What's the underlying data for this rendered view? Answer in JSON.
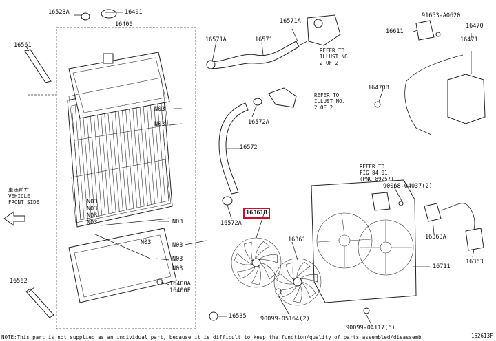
{
  "labels": {
    "p16523A": "16523A",
    "p16401": "16401",
    "p16400": "16400",
    "p16561": "16561",
    "p16571A_left": "16571A",
    "p16571": "16571",
    "p16571A_top": "16571A",
    "p91653": "91653-A0620",
    "p16611": "16611",
    "p16470": "16470",
    "p16471": "16471",
    "p16470B": "16470B",
    "p16572A_upper": "16572A",
    "p16572": "16572",
    "p16572A_lower": "16572A",
    "p16361B": "16361B",
    "p16361": "16361",
    "p16711": "16711",
    "p16363A": "16363A",
    "p16363": "16363",
    "p90068": "90068-04037(2)",
    "p90099_05164": "90099-05164(2)",
    "p90099_04117": "90099-04117(6)",
    "p16535": "16535",
    "p16400A": "16400A",
    "p16400F": "16400F",
    "p16562": "16562",
    "n03_1": "N03",
    "n03_2": "N03",
    "n03_3": "N03",
    "n03_4": "N03",
    "n03_5": "N03",
    "n03_6": "N03",
    "n03_7": "N03",
    "n03_8": "N03",
    "n03_9": "N03",
    "n03_10": "N03",
    "n03_11": "N03"
  },
  "refs": {
    "ref1": [
      "REFER TO",
      "ILLUST NO.",
      "2 OF 2"
    ],
    "ref2": [
      "REFER TO",
      "ILLUST NO.",
      "2 OF 2"
    ],
    "ref3": [
      "REFER TO",
      "FIG 84-01",
      "(PNC 89257)"
    ]
  },
  "vehicle_front": [
    "車両前方",
    "VEHICLE",
    "FRONT SIDE"
  ],
  "footer": {
    "note": "NOTE:This part is not supplied as an individual part, because it is difficult to keep the function/quality of parts assembled/disassembled.",
    "code": "162613F"
  },
  "highlight_part": "16361B"
}
